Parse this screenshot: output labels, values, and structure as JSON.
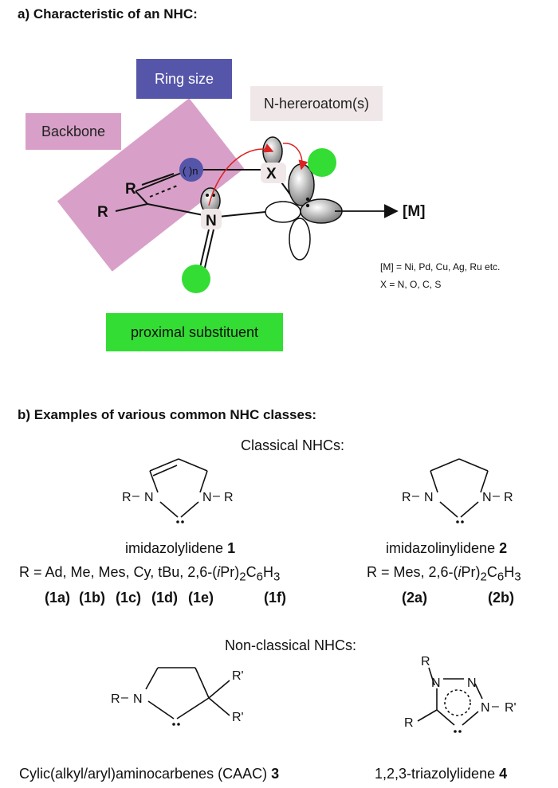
{
  "part_a": {
    "title": "a) Characteristic of an NHC:",
    "labels": {
      "ring_size": "Ring size",
      "n_heteroatom": "N-hereroatom(s)",
      "backbone": "Backbone",
      "proximal": "proximal substituent"
    },
    "atoms": {
      "R1": "R",
      "R2": "R",
      "N": "N",
      "X": "X",
      "ring_n": "( )n",
      "metal": "[M]"
    },
    "notes": {
      "metals": "[M] = Ni, Pd, Cu, Ag, Ru etc.",
      "x_atoms": "X = N, O, C, S"
    },
    "colors": {
      "ring": "#5555aa",
      "backbone": "#d8a0c8",
      "hetero": "#f0e8e8",
      "proximal": "#33dd33"
    }
  },
  "part_b": {
    "title": "b) Examples of various common NHC classes:",
    "classical_heading": "Classical NHCs:",
    "nonclassical_heading": "Non-classical NHCs:",
    "s1": {
      "atoms": {
        "N1": "N",
        "N2": "N",
        "R1": "R",
        "R2": "R",
        "dash1": "–",
        "dash2": "–"
      },
      "name": "imidazolylidene",
      "num": "1",
      "r_line": {
        "pre": "R = Ad, Me, Mes, Cy, tBu, 2,6-(",
        "ipr": "i",
        "pr": "Pr)",
        "sub1": "2",
        "c": "C",
        "sub2": "6",
        "h": "H",
        "sub3": "3"
      },
      "codes": [
        "(1a)",
        "(1b)",
        "(1c)",
        "(1d)",
        "(1e)",
        "(1f)"
      ]
    },
    "s2": {
      "atoms": {
        "N1": "N",
        "N2": "N",
        "R1": "R",
        "R2": "R",
        "dash1": "–",
        "dash2": "–"
      },
      "name": "imidazolinylidene",
      "num": "2",
      "r_line": {
        "pre": "R = Mes, 2,6-(",
        "ipr": "i",
        "pr": "Pr)",
        "sub1": "2",
        "c": "C",
        "sub2": "6",
        "h": "H",
        "sub3": "3"
      },
      "codes": [
        "(2a)",
        "(2b)"
      ]
    },
    "s3": {
      "atoms": {
        "N": "N",
        "R": "R",
        "dash": "–",
        "R1": "R'",
        "R2": "R'"
      },
      "name": "Cylic(alkyl/aryl)aminocarbenes (CAAC)",
      "num": "3"
    },
    "s4": {
      "atoms": {
        "R_top": "R",
        "N1": "N",
        "N2": "N",
        "N3": "N",
        "R_left": "R",
        "R_right": "R'",
        "dash": "–"
      },
      "name": "1,2,3-triazolylidene",
      "num": "4"
    }
  }
}
